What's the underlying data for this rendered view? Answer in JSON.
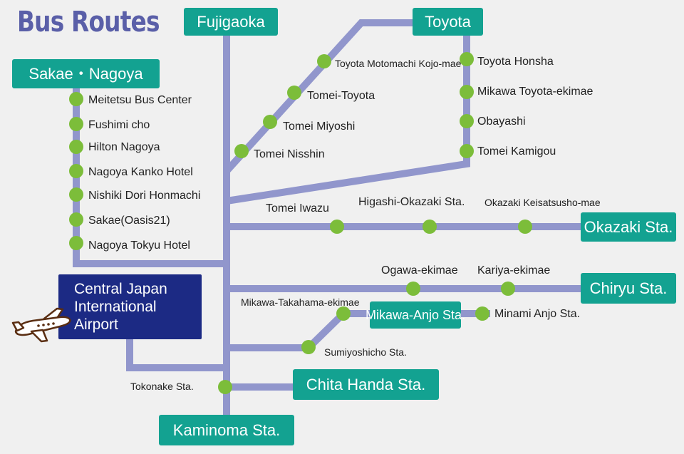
{
  "title": "Bus Routes",
  "colors": {
    "route_line": "#9196cc",
    "stop": "#7cbd3a",
    "terminal": "#13a291",
    "airport": "#1c2a84",
    "title": "#5a5fa8"
  },
  "terminals": {
    "fujigaoka": "Fujigaoka",
    "toyota": "Toyota",
    "sakae_nagoya": "Sakae・Nagoya",
    "okazaki": "Okazaki Sta.",
    "chiryu": "Chiryu Sta.",
    "mikawa_anjo": "Mikawa-Anjo Sta.",
    "chita_handa": "Chita Handa Sta.",
    "kaminoma": "Kaminoma Sta."
  },
  "airport": {
    "lines": [
      "Central Japan",
      "International",
      "Airport"
    ],
    "icon": "airplane-icon"
  },
  "stops": {
    "sakae_route": [
      "Meitetsu Bus Center",
      "Fushimi cho",
      "Hilton Nagoya",
      "Nagoya Kanko Hotel",
      "Nishiki Dori Honmachi",
      "Sakae(Oasis21)",
      "Nagoya Tokyu Hotel"
    ],
    "toyota_west": [
      "Toyota Motomachi Kojo-mae",
      "Tomei-Toyota",
      "Tomei Miyoshi",
      "Tomei Nisshin"
    ],
    "toyota_east": [
      "Toyota Honsha",
      "Mikawa Toyota-ekimae",
      "Obayashi",
      "Tomei Kamigou"
    ],
    "okazaki_route": [
      "Tomei Iwazu",
      "Higashi-Okazaki Sta.",
      "Okazaki Keisatsusho-mae"
    ],
    "chiryu_route": [
      "Ogawa-ekimae",
      "Kariya-ekimae"
    ],
    "anjo_route": [
      "Mikawa-Takahama-ekimae",
      "Minami Anjo Sta.",
      "Sumiyoshicho Sta."
    ],
    "handa_route": [
      "Tokonake Sta."
    ]
  }
}
